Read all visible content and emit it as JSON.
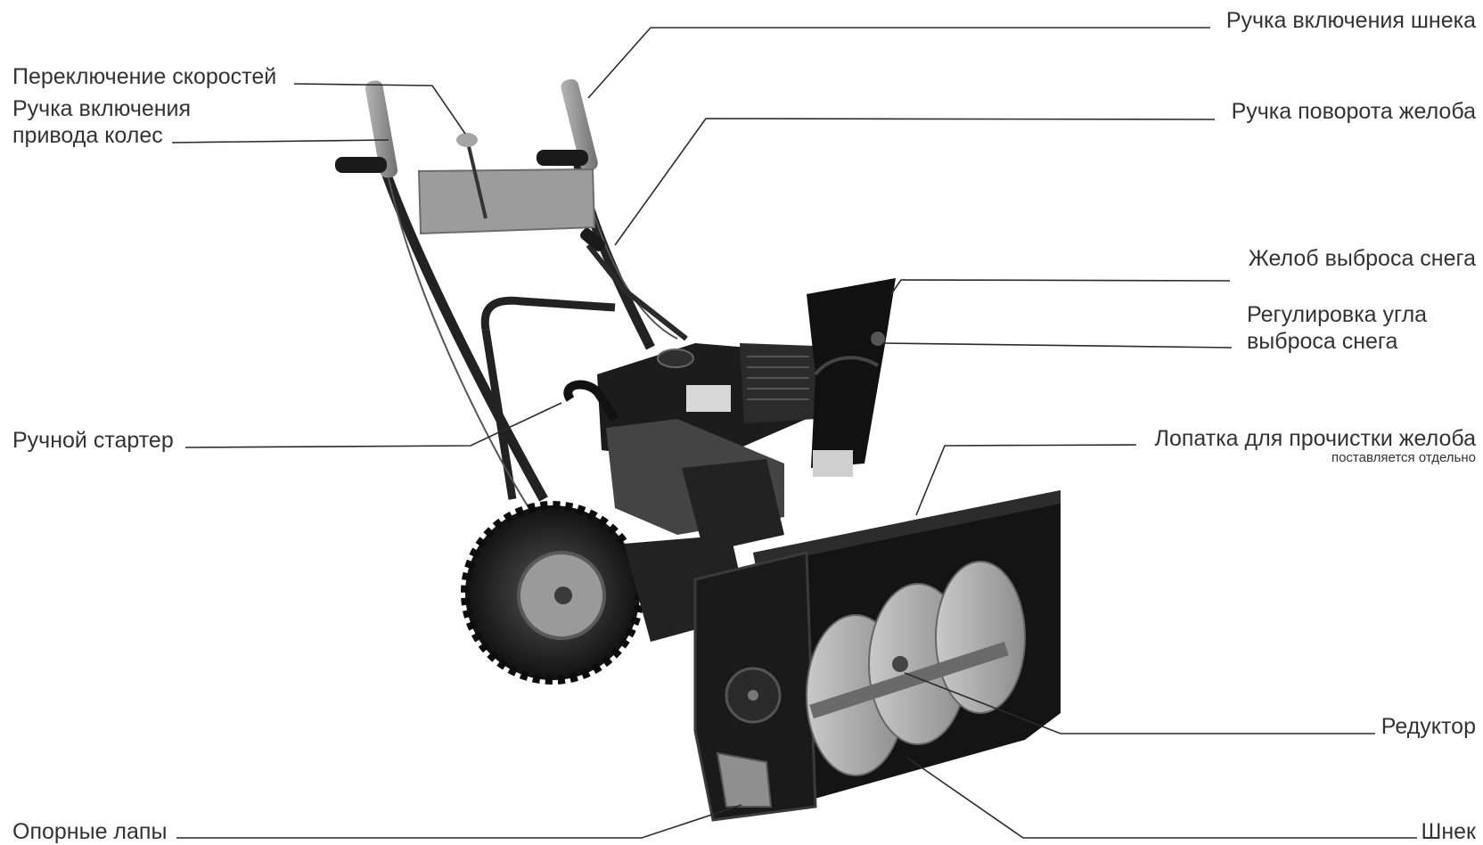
{
  "labels": {
    "speed_shift": "Переключение скоростей",
    "wheel_drive_line1": "Ручка  включения",
    "wheel_drive_line2": "привода колес",
    "manual_starter": "Ручной стартер",
    "support_feet": "Опорные лапы",
    "auger_engage": "Ручка включения шнека",
    "chute_rotation": "Ручка поворота желоба",
    "snow_chute": "Желоб выброса снега",
    "chute_angle_line1": "Регулировка угла",
    "chute_angle_line2": "выброса снега",
    "chute_clean_shovel": "Лопатка для прочистки желоба",
    "chute_clean_note": "поставляется отдельно",
    "gearbox": "Редуктор",
    "auger": "Шнек"
  },
  "colors": {
    "text": "#333333",
    "leader": "#2b2b2b",
    "machine_body": "#1e1e1e",
    "machine_metal": "#8a8a8a",
    "panel": "#9a9a9a"
  }
}
